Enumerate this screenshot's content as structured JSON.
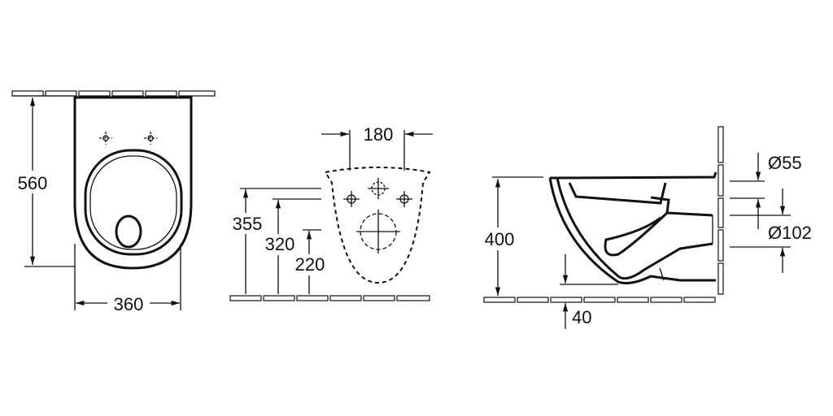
{
  "front_view": {
    "height_label": "560",
    "width_label": "360"
  },
  "rear_view": {
    "spacing_label": "180",
    "dim_labels": [
      "355",
      "320",
      "220"
    ]
  },
  "side_view": {
    "height_label": "400",
    "floor_gap_label": "40",
    "inlet_label": "Ø55",
    "outlet_label": "Ø102"
  }
}
